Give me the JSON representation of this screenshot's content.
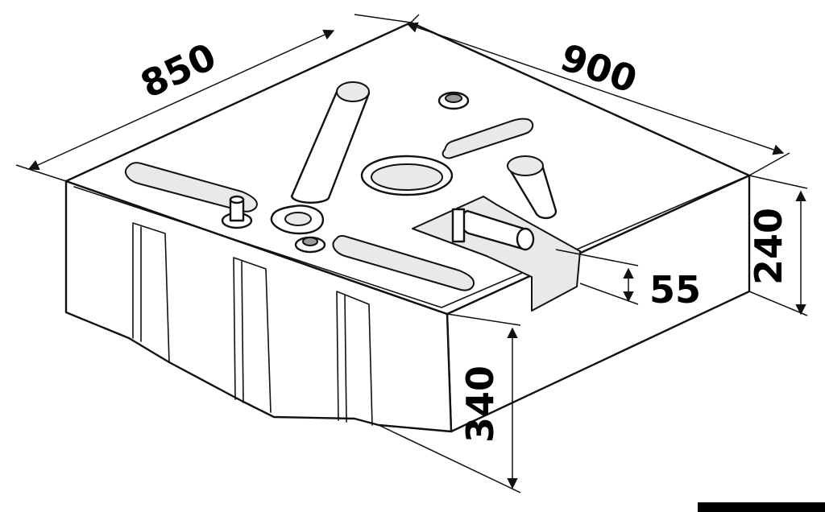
{
  "drawing": {
    "subject": "tank",
    "dimensions": {
      "length": "850",
      "width": "900",
      "height_back": "240",
      "fitting_height": "55",
      "height_front": "340"
    },
    "line_color": "#111111",
    "background_color": "#ffffff"
  }
}
